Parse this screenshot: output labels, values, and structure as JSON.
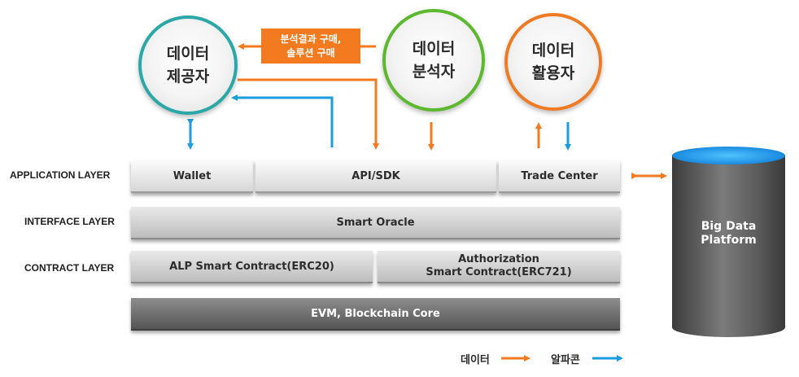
{
  "circles": {
    "provider": {
      "line1": "데이터",
      "line2": "제공자"
    },
    "analyst": {
      "line1": "데이터",
      "line2": "분석자"
    },
    "user": {
      "line1": "데이터",
      "line2": "활용자"
    }
  },
  "callout": {
    "line1": "분석결과 구매,",
    "line2": "솔루션 구매"
  },
  "layers": {
    "application": "APPLICATION LAYER",
    "interface": "INTERFACE LAYER",
    "contract": "CONTRACT LAYER"
  },
  "boxes": {
    "wallet": "Wallet",
    "api_sdk": "API/SDK",
    "trade_center": "Trade Center",
    "smart_oracle": "Smart Oracle",
    "alp_contract": "ALP Smart Contract(ERC20)",
    "authorization_line1": "Authorization",
    "authorization_line2": "Smart Contract(ERC721)",
    "evm": "EVM, Blockchain Core"
  },
  "big_data": {
    "line1": "Big Data",
    "line2": "Platform"
  },
  "legend": {
    "data": "데이터",
    "alpacoin": "알파콘"
  },
  "colors": {
    "data_arrow": "#f47a1f",
    "alpacoin_arrow": "#1a9ee0"
  }
}
